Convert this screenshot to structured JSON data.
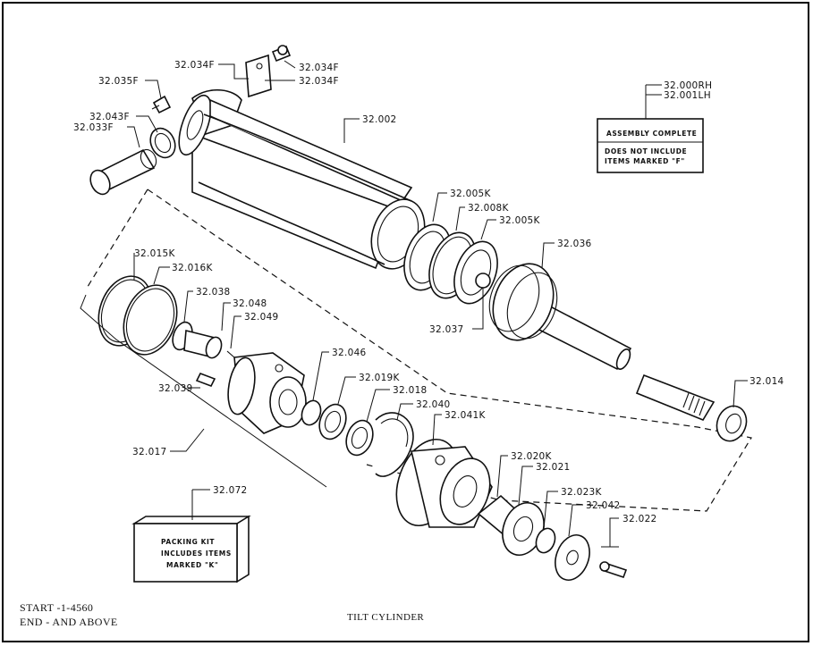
{
  "footer": {
    "start_line": "START -1-4560",
    "end_line": "END - AND ABOVE",
    "caption": "TILT CYLINDER"
  },
  "assembly_note": {
    "number_rh": "32.000RH",
    "number_lh": "32.001LH",
    "line1": "ASSEMBLY COMPLETE",
    "line2": "DOES NOT INCLUDE",
    "line3": "ITEMS MARKED \"F\""
  },
  "packing_kit": {
    "number": "32.072",
    "line1": "PACKING KIT",
    "line2": "INCLUDES ITEMS",
    "line3": "MARKED \"K\""
  },
  "callouts": {
    "p034f_a": "32.034F",
    "p034f_b": "32.034F",
    "p034f_c": "32.034F",
    "p035f": "32.035F",
    "p043f": "32.043F",
    "p033f": "32.033F",
    "p002": "32.002",
    "p005k_a": "32.005K",
    "p008k": "32.008K",
    "p005k_b": "32.005K",
    "p036": "32.036",
    "p037": "32.037",
    "p015k": "32.015K",
    "p016k": "32.016K",
    "p038": "32.038",
    "p048": "32.048",
    "p049": "32.049",
    "p046": "32.046",
    "p019k": "32.019K",
    "p018": "32.018",
    "p040": "32.040",
    "p041k": "32.041K",
    "p039": "32.039",
    "p017": "32.017",
    "p014": "32.014",
    "p020k": "32.020K",
    "p021": "32.021",
    "p023k": "32.023K",
    "p042": "32.042",
    "p022": "32.022"
  }
}
